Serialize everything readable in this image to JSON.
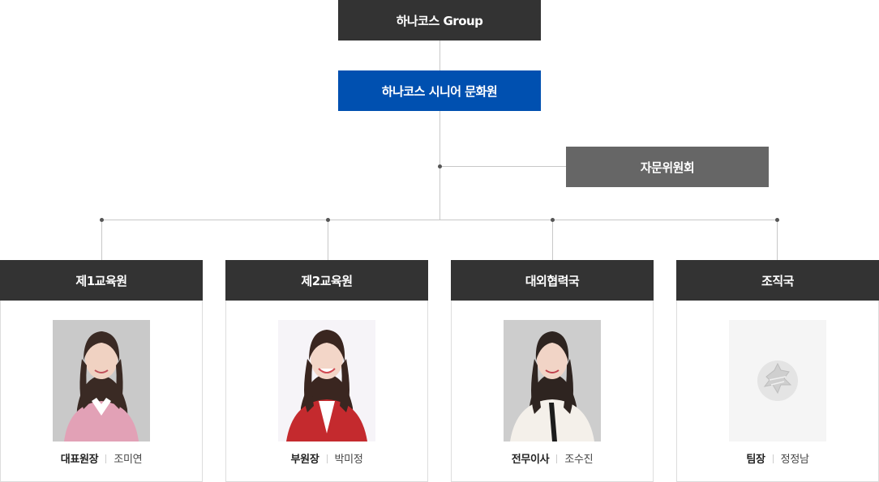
{
  "org": {
    "top": "하나코스 Group",
    "main": "하나코스 시니어 문화원",
    "advisory": "자문위원회",
    "departments": [
      {
        "title": "제1교육원",
        "role": "대표원장",
        "name": "조미연"
      },
      {
        "title": "제2교육원",
        "role": "부원장",
        "name": "박미정"
      },
      {
        "title": "대외협력국",
        "role": "전무이사",
        "name": "조수진"
      },
      {
        "title": "조직국",
        "role": "팀장",
        "name": "정정남"
      }
    ]
  },
  "colors": {
    "dark_box": "#333333",
    "main_box": "#0050b0",
    "advisory_box": "#666666"
  }
}
